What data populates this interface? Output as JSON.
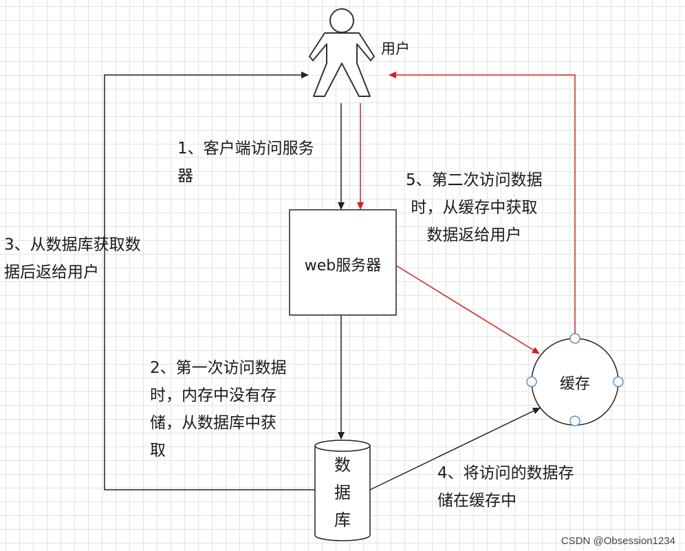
{
  "nodes": {
    "user": "用户",
    "web_server": "web服务器",
    "cache": "缓存",
    "database": "数\n据\n库"
  },
  "steps": {
    "step1": "1、客户端访问服务\n器",
    "step2": "2、第一次访问数据\n时，内存中没有存\n储，从数据库中获\n取",
    "step3": "3、从数据库获取数\n据后返给用户",
    "step4": "4、将访问的数据存\n储在缓存中",
    "step5": "5、第二次访问数据\n时，从缓存中获取\n数据返给用户"
  },
  "colors": {
    "black_flow": "#222222",
    "red_flow": "#d81e1e"
  },
  "watermark": "CSDN @Obsession1234"
}
